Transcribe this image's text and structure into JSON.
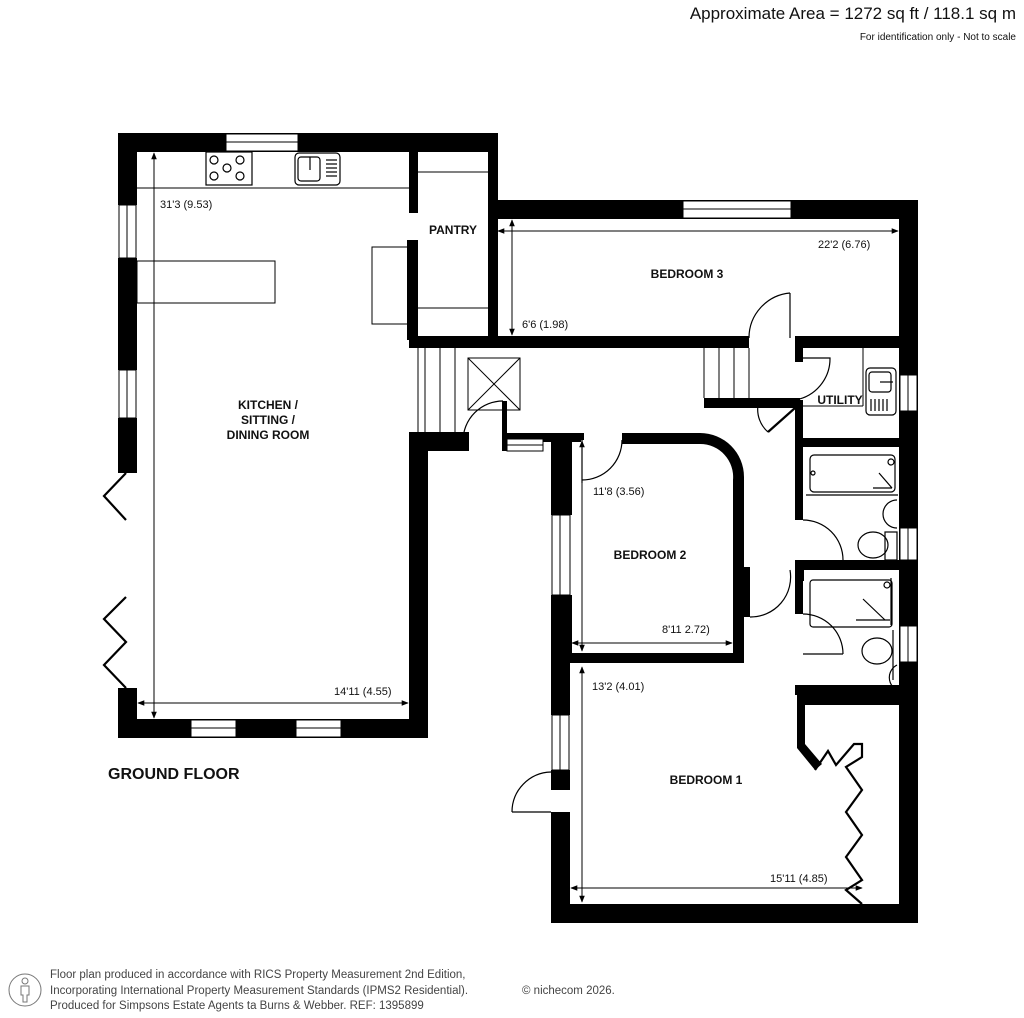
{
  "header": {
    "area": "Approximate Area = 1272 sq ft / 118.1 sq m",
    "note": "For identification only - Not to scale"
  },
  "floor": {
    "title": "GROUND FLOOR"
  },
  "rooms": {
    "kitchen": {
      "label_lines": [
        "KITCHEN /",
        "SITTING /",
        "DINING ROOM"
      ],
      "dim_length": "31'3 (9.53)",
      "dim_width": "14'11 (4.55)"
    },
    "pantry": {
      "label": "PANTRY"
    },
    "bedroom3": {
      "label": "BEDROOM 3",
      "dim_width": "22'2 (6.76)",
      "dim_depth": "6'6 (1.98)"
    },
    "utility": {
      "label": "UTILITY"
    },
    "bedroom2": {
      "label": "BEDROOM 2",
      "dim_length": "11'8 (3.56)",
      "dim_width": "8'11 2.72)"
    },
    "bedroom1": {
      "label": "BEDROOM 1",
      "dim_length": "13'2 (4.01)",
      "dim_width": "15'11 (4.85)"
    }
  },
  "footer": {
    "line1": "Floor plan produced in accordance with RICS Property Measurement 2nd Edition,",
    "line2": "Incorporating International Property Measurement Standards (IPMS2 Residential).",
    "line3": "Produced for Simpsons Estate Agents ta Burns & Webber.   REF:  1395899",
    "copyright": "© nichecom 2026."
  },
  "colors": {
    "wall": "#000000",
    "background": "#ffffff",
    "text": "#111111"
  }
}
